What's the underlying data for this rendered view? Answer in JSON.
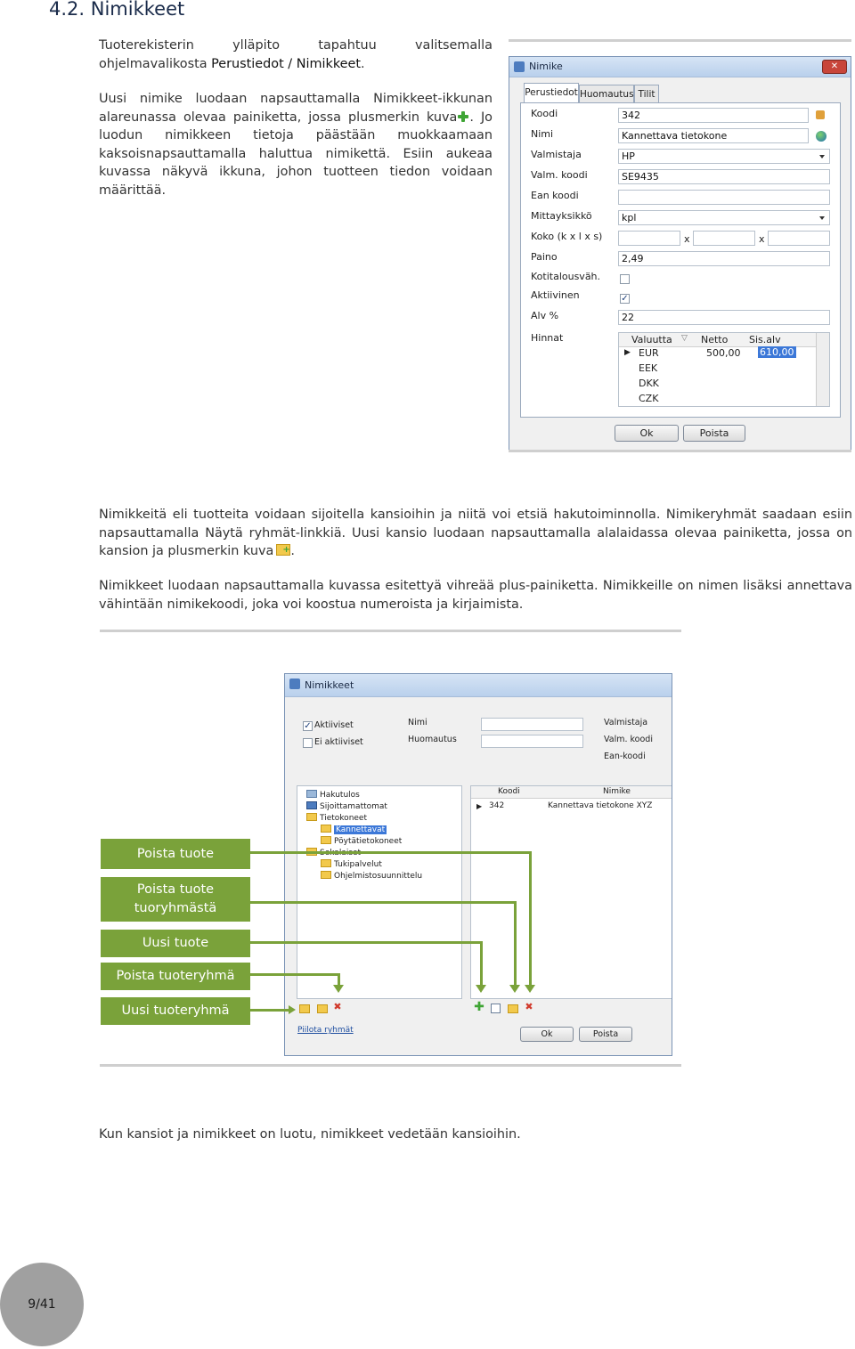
{
  "heading": "4.2. Nimikkeet",
  "para1": {
    "line_a": "Tuoterekisterin ylläpito tapahtuu valitsemalla ohjelmavalikosta",
    "line_b": "Perustiedot / Nimikkeet",
    "line_b_end": "."
  },
  "para2": {
    "start": "Uusi nimike luodaan napsauttamalla Nimikkeet-ikkunan alareunassa olevaa painiketta, jossa plusmerkin kuva",
    "end": ". Jo luodun nimikkeen tietoja päästään muokkaamaan kaksoisnapsauttamalla haluttua nimikettä. Esiin aukeaa kuvassa näkyvä ikkuna, johon tuotteen tiedon voidaan määrittää."
  },
  "dialog1": {
    "title": "Nimike",
    "close": "✕",
    "tabs": [
      "Perustiedot",
      "Huomautus",
      "Tilit"
    ],
    "labels": [
      "Koodi",
      "Nimi",
      "Valmistaja",
      "Valm. koodi",
      "Ean koodi",
      "Mittayksikkö",
      "Koko (k x l x s)",
      "Paino",
      "Kotitalousväh.",
      "Aktiivinen",
      "Alv %",
      "Hinnat"
    ],
    "values": {
      "koodi": "342",
      "nimi": "Kannettava tietokone",
      "valmistaja": "HP",
      "valm_koodi": "SE9435",
      "ean_koodi": "",
      "mittayksikko": "kpl",
      "koko_sep": "x",
      "paino": "2,49",
      "kotitalous": false,
      "aktiivinen": true,
      "alv": "22"
    },
    "prices": {
      "headers": [
        "Valuutta",
        "Netto",
        "Sis.alv"
      ],
      "rows": [
        {
          "currency": "EUR",
          "net": "500,00",
          "gross": "610,00"
        },
        {
          "currency": "EEK",
          "net": "",
          "gross": ""
        },
        {
          "currency": "DKK",
          "net": "",
          "gross": ""
        },
        {
          "currency": "CZK",
          "net": "",
          "gross": ""
        }
      ]
    },
    "ok": "Ok",
    "delete": "Poista"
  },
  "para3": {
    "start": "Nimikkeitä eli tuotteita voidaan sijoitella kansioihin ja niitä voi etsiä hakutoiminnolla. Nimikeryhmät saadaan esiin napsauttamalla Näytä ryhmät-linkkiä. Uusi kansio luodaan napsauttamalla alalaidassa olevaa painiketta, jossa on kansion ja plusmerkin kuva",
    "end": "."
  },
  "para4": "Nimikkeet luodaan napsauttamalla kuvassa esitettyä vihreää plus-painiketta. Nimikkeille on nimen lisäksi annettava vähintään nimikekoodi, joka voi koostua numeroista ja kirjaimista.",
  "dialog2": {
    "title": "Nimikkeet",
    "check_active": "Aktiiviset",
    "check_inactive": "Ei aktiiviset",
    "label_nimi": "Nimi",
    "label_huomautus": "Huomautus",
    "label_valmistaja": "Valmistaja",
    "label_valm_koodi": "Valm. koodi",
    "label_ean": "Ean-koodi",
    "tree": [
      "Hakutulos",
      "Sijoittamattomat",
      "Tietokoneet",
      "Kannettavat",
      "Pöytätietokoneet",
      "Sekalaiset",
      "Tukipalvelut",
      "Ohjelmistosuunnittelu"
    ],
    "grid_headers": [
      "Koodi",
      "Nimike"
    ],
    "grid_row": {
      "code": "342",
      "name": "Kannettava tietokone XYZ"
    },
    "hide_groups": "Piilota ryhmät",
    "ok": "Ok",
    "delete": "Poista"
  },
  "callouts": [
    "Poista tuote",
    "Poista tuote tuoryhmästä",
    "Uusi tuote",
    "Poista tuoteryhmä",
    "Uusi tuoteryhmä"
  ],
  "caption": "Kun kansiot ja nimikkeet on luotu, nimikkeet vedetään kansioihin.",
  "page_number": "9/41",
  "colors": {
    "accent_green": "#7aa23a",
    "page_circle": "#a0a0a0"
  }
}
